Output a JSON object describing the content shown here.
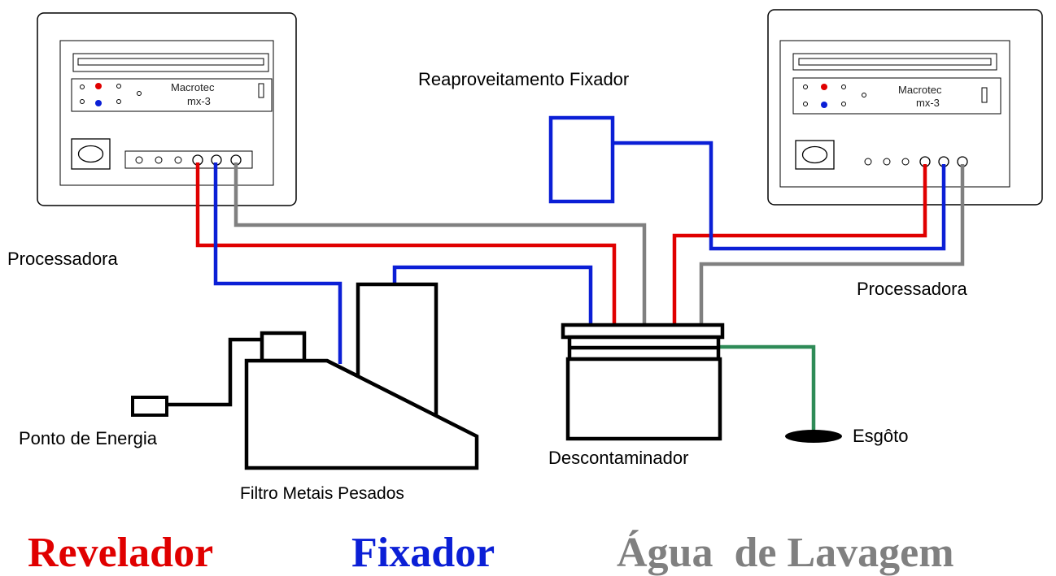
{
  "labels": {
    "processor_left": "Processadora",
    "processor_right": "Processadora",
    "fixer_reuse": "Reaproveitamento Fixador",
    "power_point": "Ponto de Energia",
    "heavy_metal_filter": "Filtro Metais Pesados",
    "decontaminator": "Descontaminador",
    "sewer": "Esgôto"
  },
  "processor_panel": {
    "brand_left": "Macrotec",
    "model_left": "mx-3",
    "brand_right": "Macrotec",
    "model_right": "mx-3"
  },
  "legend": [
    {
      "label": "Revelador",
      "color": "#e00000"
    },
    {
      "label": "Fixador",
      "color": "#0b1fd6"
    },
    {
      "label": "Água  de Lavagem",
      "color": "#808080"
    }
  ],
  "colors": {
    "developer": "#e00000",
    "fixer": "#0b1fd6",
    "wash_water": "#808080",
    "drain": "#2e8b57",
    "outline": "#000000"
  }
}
